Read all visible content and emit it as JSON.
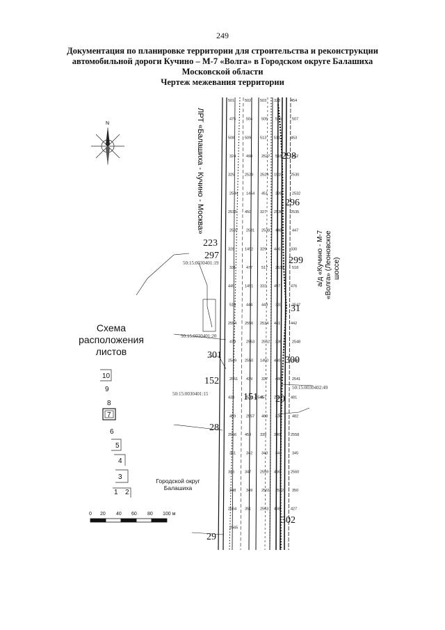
{
  "page_number": "249",
  "title_lines": [
    "Документация по планировке территории для строительства и реконструкции",
    "автомобильной дороги Кучино – М-7 «Волга» в Городском округе Балашиха",
    "Московской области",
    "Чертеж межевания территории"
  ],
  "compass_label": "N",
  "road_left_label": "ЛРТ «Балашиха - Кучино - Москва»",
  "road_right_label_1": "а/д «Кучино - М-7",
  "road_right_label_2": "«Волга» (Леоновское",
  "road_right_label_3": "шоссе)",
  "district_label_1": "Городской округ",
  "district_label_2": "Балашиха",
  "cadastral": [
    "50:15:0030401:19",
    "50:15:0030401:20",
    "50:15:0030402:49",
    "50:15:0030401:15"
  ],
  "big_numbers": [
    "298",
    "296",
    "223",
    "297",
    "299",
    "31",
    "301",
    "300",
    "152",
    "151",
    "20",
    "28",
    "302",
    "29"
  ],
  "small_numbers": [
    "501",
    "502",
    "503",
    "323",
    "454",
    "475",
    "504",
    "505",
    "506",
    "507",
    "508",
    "509",
    "513",
    "511",
    "453",
    "324",
    "498",
    "2527",
    "516",
    "452",
    "325",
    "2528",
    "2529",
    "1915",
    "2530",
    "2534",
    "1454",
    "451",
    "326",
    "2532",
    "2533",
    "450",
    "327",
    "2536",
    "2535",
    "2537",
    "2531",
    "2538",
    "448",
    "447",
    "328",
    "1452",
    "329",
    "446",
    "330",
    "331",
    "477",
    "517",
    "2539",
    "518",
    "445",
    "1451",
    "332",
    "497",
    "476",
    "519",
    "444",
    "443",
    "333",
    "2547",
    "2554",
    "2556",
    "2534",
    "441",
    "442",
    "479",
    "2553",
    "2552",
    "336",
    "2548",
    "2549",
    "2550",
    "1450",
    "440",
    "2546",
    "2551",
    "439",
    "337",
    "480",
    "2541",
    "438",
    "2542–2545",
    "457",
    "2555",
    "481",
    "459",
    "2557",
    "460",
    "338",
    "482",
    "2556",
    "458",
    "339",
    "340",
    "2558",
    "341",
    "342",
    "343",
    "344",
    "345",
    "346",
    "347",
    "2559",
    "466",
    "2560",
    "348",
    "349",
    "2561",
    "2562",
    "350",
    "2564",
    "351",
    "2563",
    "468",
    "427",
    "2565"
  ],
  "schema": {
    "title": "Схема расположения листов",
    "sheets": [
      "10",
      "9",
      "8",
      "7",
      "6",
      "5",
      "4",
      "3",
      "1",
      "2"
    ]
  },
  "scale": {
    "ticks": [
      "0",
      "20",
      "40",
      "60",
      "80",
      "100 м"
    ]
  }
}
